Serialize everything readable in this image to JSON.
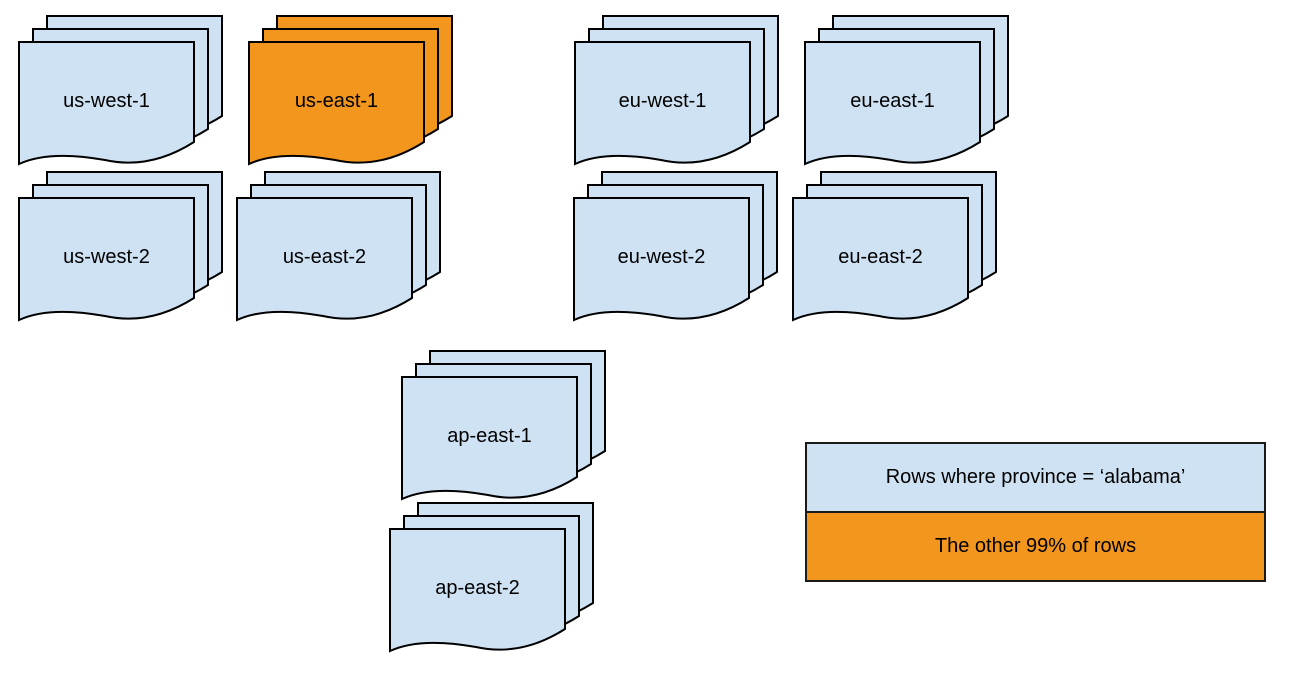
{
  "diagram": {
    "description": "Stacked document shapes representing data partitions per cloud region",
    "stacks": [
      {
        "id": "us-west-1",
        "label": "us-west-1",
        "variant": "blue"
      },
      {
        "id": "us-east-1",
        "label": "us-east-1",
        "variant": "orange"
      },
      {
        "id": "eu-west-1",
        "label": "eu-west-1",
        "variant": "blue"
      },
      {
        "id": "eu-east-1",
        "label": "eu-east-1",
        "variant": "blue"
      },
      {
        "id": "us-west-2",
        "label": "us-west-2",
        "variant": "blue"
      },
      {
        "id": "us-east-2",
        "label": "us-east-2",
        "variant": "blue"
      },
      {
        "id": "eu-west-2",
        "label": "eu-west-2",
        "variant": "blue"
      },
      {
        "id": "eu-east-2",
        "label": "eu-east-2",
        "variant": "blue"
      },
      {
        "id": "ap-east-1",
        "label": "ap-east-1",
        "variant": "blue"
      },
      {
        "id": "ap-east-2",
        "label": "ap-east-2",
        "variant": "blue"
      }
    ]
  },
  "legend": {
    "items": [
      {
        "label": "Rows where province = ‘alabama’",
        "variant": "blue"
      },
      {
        "label": "The other 99% of rows",
        "variant": "orange"
      }
    ]
  },
  "colors": {
    "doc_blue": "#cfe2f3",
    "doc_orange": "#f2961d",
    "outline": "#000000"
  }
}
